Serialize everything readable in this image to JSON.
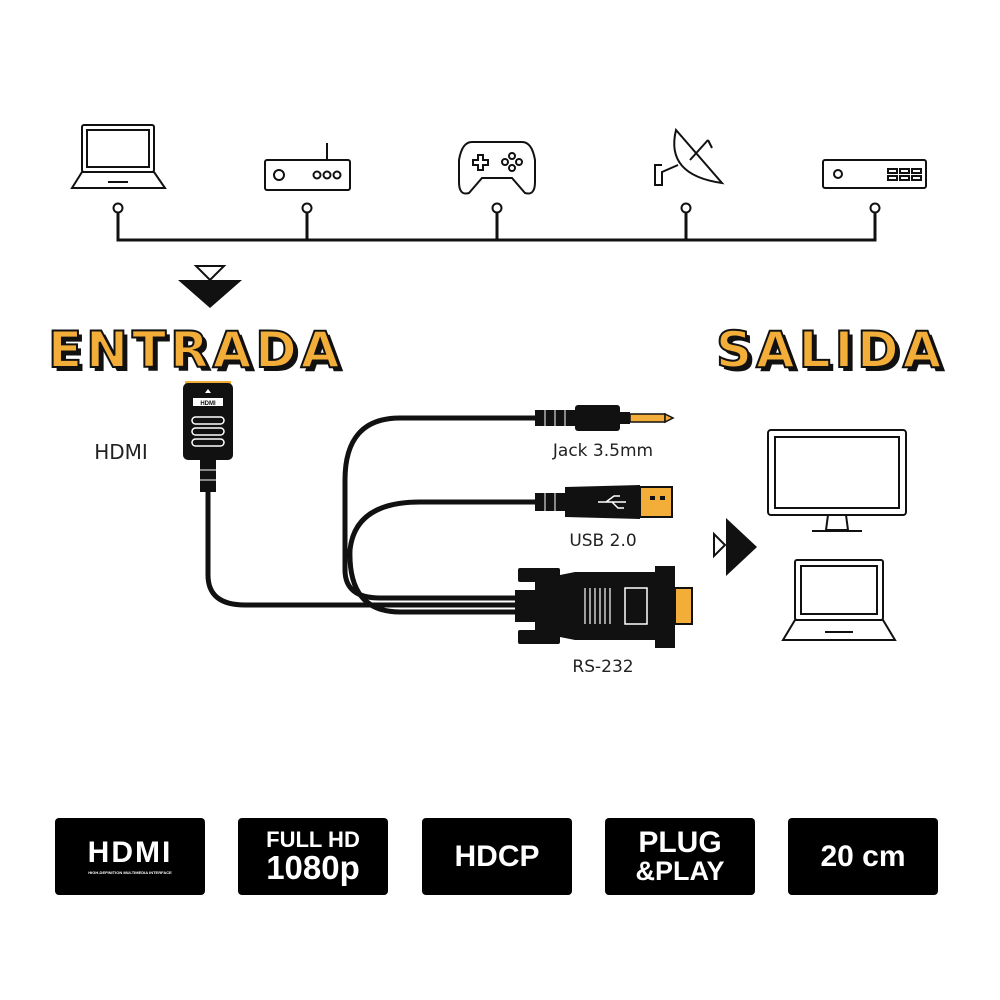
{
  "colors": {
    "accent": "#f3ae3a",
    "ink": "#111111"
  },
  "sources": [
    {
      "icon": "laptop-icon"
    },
    {
      "icon": "router-icon"
    },
    {
      "icon": "gamepad-icon"
    },
    {
      "icon": "satellite-dish-icon"
    },
    {
      "icon": "set-top-box-icon"
    }
  ],
  "input": {
    "title": "ENTRADA",
    "connector_label": "HDMI",
    "connector_logo": "HDMI"
  },
  "output": {
    "title": "SALIDA",
    "devices": [
      "monitor-icon",
      "laptop-icon"
    ]
  },
  "connectors": [
    {
      "label": "Jack 3.5mm",
      "icon": "audio-jack-icon"
    },
    {
      "label": "USB 2.0",
      "icon": "usb-plug-icon"
    },
    {
      "label": "RS-232",
      "icon": "db9-connector-icon"
    }
  ],
  "badges": [
    {
      "line1": "HDMI",
      "line2": "HIGH-DEFINITION MULTIMEDIA INTERFACE"
    },
    {
      "line1": "FULL HD",
      "line2": "1080p"
    },
    {
      "line1": "HDCP"
    },
    {
      "line1": "PLUG",
      "line2": "&PLAY"
    },
    {
      "line1": "20 cm"
    }
  ]
}
